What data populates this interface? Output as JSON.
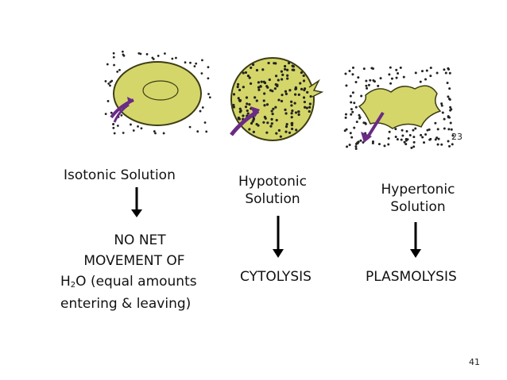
{
  "slide_ref": "23",
  "page_number": "41",
  "colors": {
    "cell_fill": "#d4d66a",
    "cell_stroke": "#3c3c14",
    "arrow_purple": "#6a2a86",
    "dots": "#222222"
  },
  "columns": [
    {
      "title": "Isotonic Solution",
      "result": {
        "line1": "NO NET",
        "line2": "MOVEMENT OF",
        "line3_prefix": "H",
        "line3_sub": "2",
        "line3_suffix": "O (equal amounts",
        "line4": "entering & leaving)"
      }
    },
    {
      "title_line1": "Hypotonic",
      "title_line2": "Solution",
      "result": "CYTOLYSIS"
    },
    {
      "title_line1": "Hypertonic",
      "title_line2": "Solution",
      "result": "PLASMOLYSIS"
    }
  ]
}
